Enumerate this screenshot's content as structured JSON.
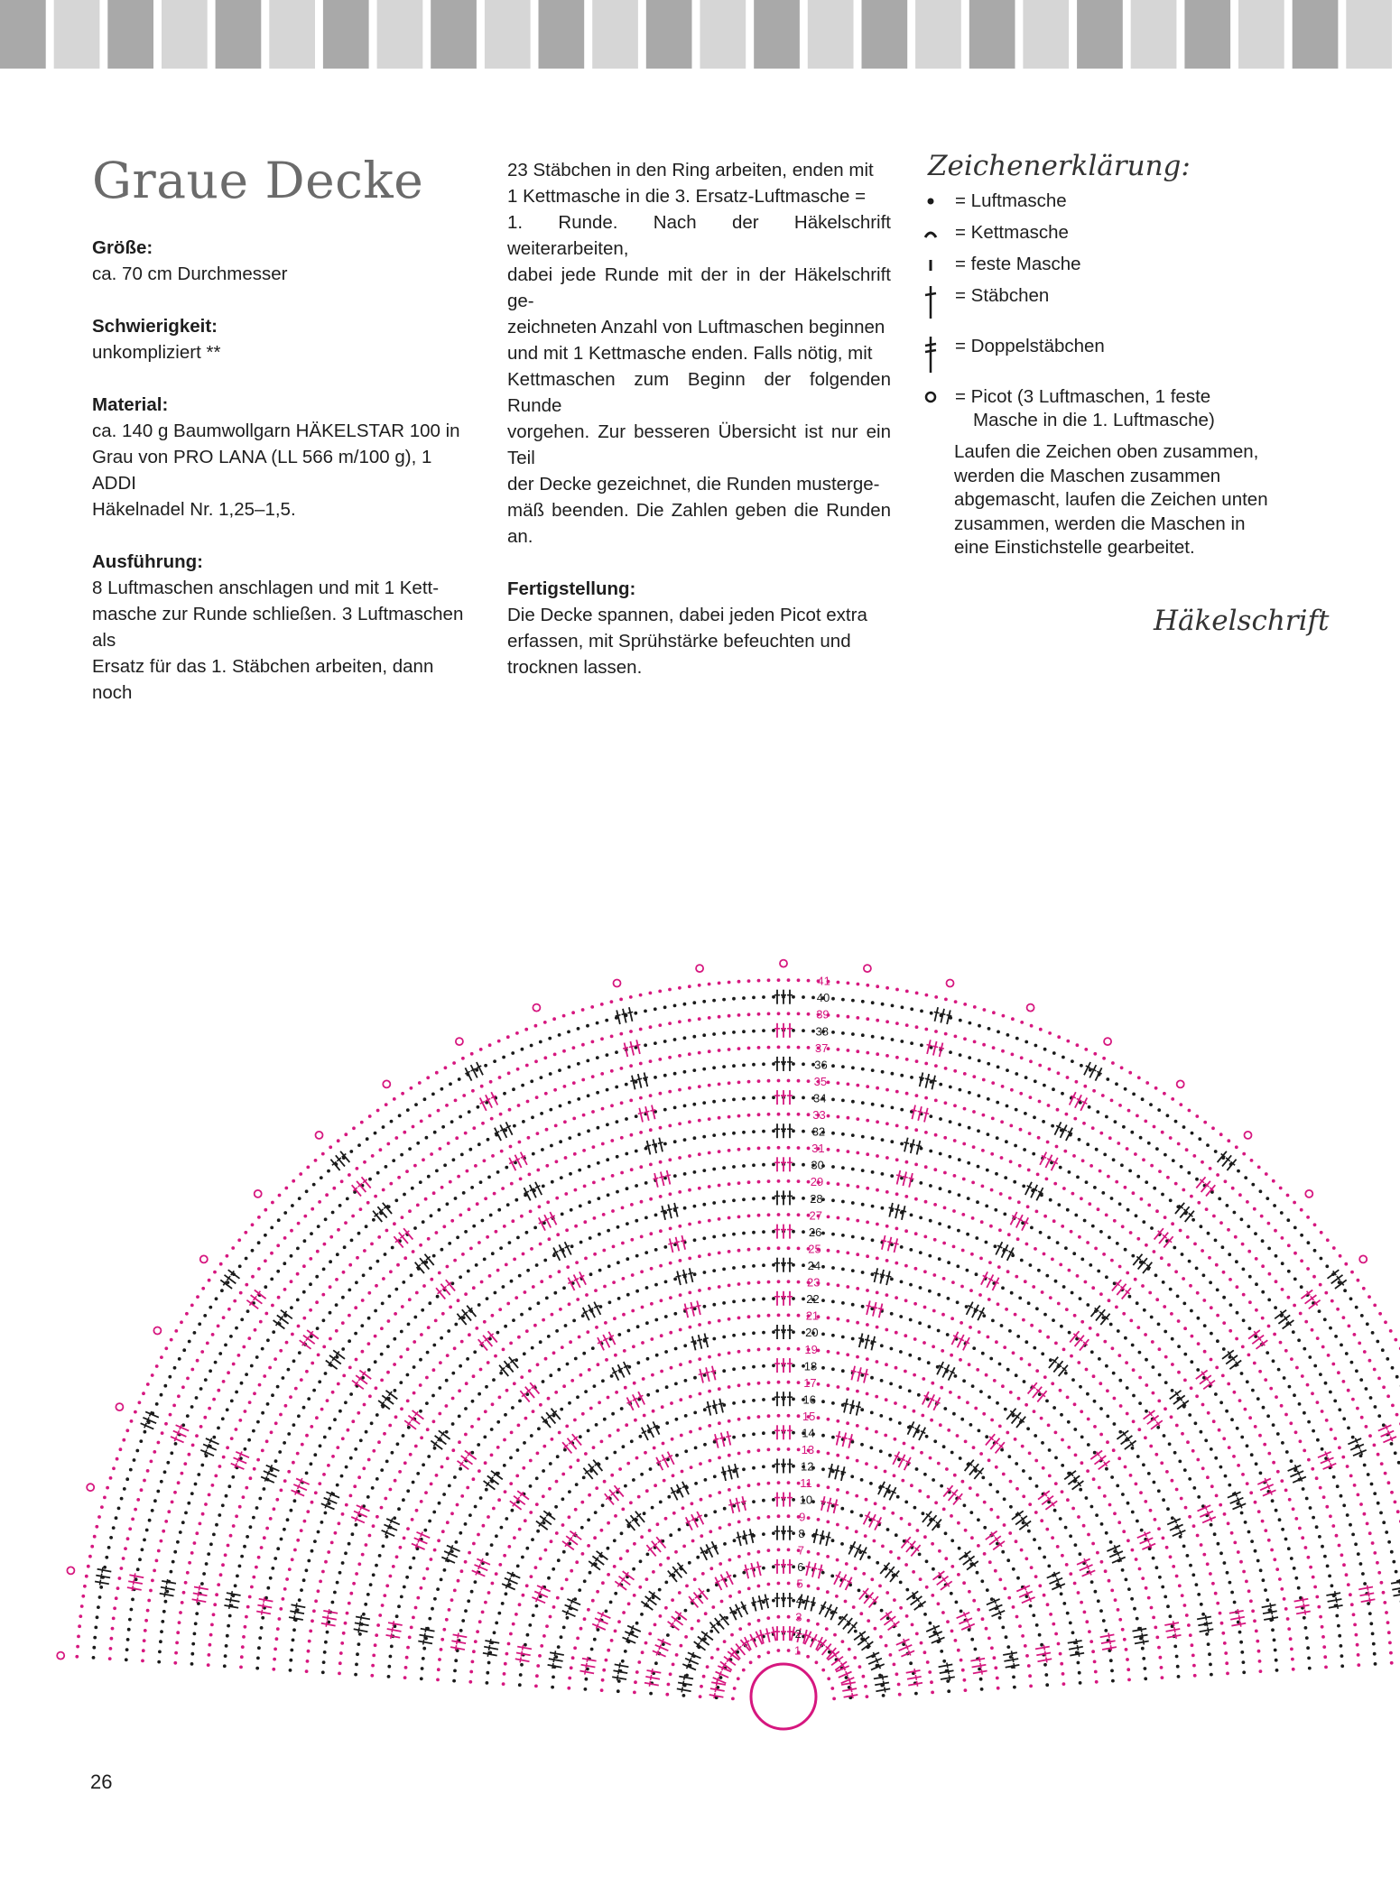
{
  "page": {
    "title": "Graue Decke",
    "number": "26"
  },
  "details": {
    "size_label": "Größe:",
    "size_value": "ca. 70 cm Durchmesser",
    "difficulty_label": "Schwierigkeit:",
    "difficulty_value": "unkompliziert **",
    "material_label": "Material:",
    "material_lines": [
      "ca. 140 g Baumwollgarn HÄKELSTAR 100 in",
      "Grau von PRO LANA (LL 566 m/100 g), 1 ADDI",
      "Häkelnadel Nr. 1,25–1,5."
    ],
    "execution_label": "Ausführung:",
    "execution_lines_col1": [
      "8 Luftmaschen anschlagen und mit 1 Kett-",
      "masche zur Runde schließen. 3 Luftmaschen als",
      "Ersatz für das 1. Stäbchen arbeiten, dann noch"
    ],
    "execution_lines_col2": [
      "23 Stäbchen in den Ring arbeiten, enden mit",
      "1 Kettmasche in die 3. Ersatz-Luftmasche =",
      "1. Runde. Nach der Häkelschrift weiterarbeiten,",
      "dabei jede Runde mit der in der Häkelschrift ge-",
      "zeichneten Anzahl von Luftmaschen beginnen",
      "und mit 1 Kettmasche enden. Falls nötig, mit",
      "Kettmaschen zum Beginn der folgenden Runde",
      "vorgehen. Zur besseren Übersicht ist nur ein Teil",
      "der Decke gezeichnet, die Runden mustergе-",
      "mäß beenden. Die Zahlen geben die Runden an."
    ],
    "finishing_label": "Fertigstellung:",
    "finishing_lines": [
      "Die Decke spannen, dabei jeden Picot extra",
      "erfassen, mit Sprühstärke befeuchten und",
      "trocknen lassen."
    ]
  },
  "legend": {
    "title": "Zeichenerklärung:",
    "items": [
      {
        "icon": "chain-stitch-icon",
        "text": "= Luftmasche"
      },
      {
        "icon": "slip-stitch-icon",
        "text": "= Kettmasche"
      },
      {
        "icon": "single-crochet-icon",
        "text": "= feste Masche"
      },
      {
        "icon": "double-crochet-icon",
        "text": "= Stäbchen"
      },
      {
        "icon": "treble-crochet-icon",
        "text": "= Doppelstäbchen"
      },
      {
        "icon": "picot-icon",
        "text": "= Picot (3 Luftmaschen, 1 feste",
        "text2": "Masche in die 1. Luftmasche)"
      }
    ],
    "note_lines": [
      "Laufen die Zeichen oben zusammen,",
      "werden die Maschen zusammen",
      "abgemascht, laufen die Zeichen unten",
      "zusammen, werden die Maschen in",
      "eine Einstichstelle gearbeitet."
    ]
  },
  "chart": {
    "label": "Häkelschrift",
    "round_numbers": [
      "1",
      "2",
      "3",
      "4",
      "5",
      "6",
      "7",
      "8",
      "9",
      "10",
      "11",
      "12",
      "13",
      "14",
      "15",
      "16",
      "17",
      "18",
      "19",
      "20",
      "21",
      "22",
      "23",
      "24",
      "25",
      "26",
      "27",
      "28",
      "29",
      "30",
      "31",
      "32",
      "33",
      "34",
      "35",
      "36",
      "37",
      "38",
      "39",
      "40",
      "41"
    ],
    "colors": {
      "black": "#1a1a1a",
      "pink": "#d6177f"
    }
  },
  "colors": {
    "stripe_dark": "#a9a9a9",
    "stripe_light": "#d6d6d6",
    "title_gray": "#6b6b6b"
  }
}
